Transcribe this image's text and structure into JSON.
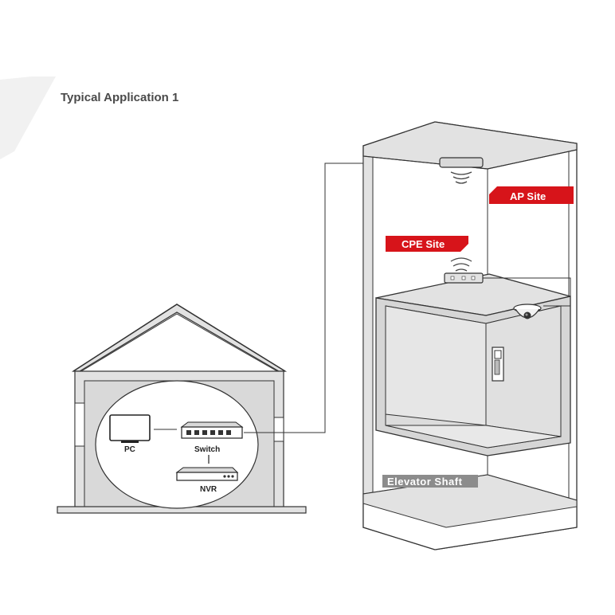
{
  "title": "Typical Application 1",
  "labels": {
    "ap_site": "AP Site",
    "cpe_site": "CPE Site",
    "elevator_shaft": "Elevator Shaft",
    "pc": "PC",
    "switch": "Switch",
    "nvr": "NVR"
  },
  "colors": {
    "accent": "#d7141a",
    "wall_fill": "#e2e2e2",
    "outline": "#333333",
    "shaft_label_bg": "#8c8c8c"
  }
}
